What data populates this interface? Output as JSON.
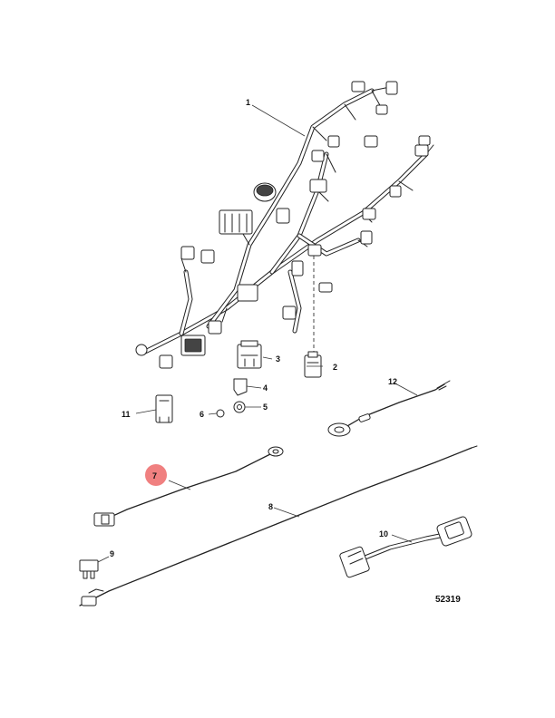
{
  "callouts": {
    "c1": "1",
    "c2": "2",
    "c3": "3",
    "c4": "4",
    "c5": "5",
    "c6": "6",
    "c7": "7",
    "c8": "8",
    "c9": "9",
    "c10": "10",
    "c11": "11",
    "c12": "12"
  },
  "highlighted_callout": "7",
  "highlight_color": "#f08080",
  "figure_number": "52319"
}
